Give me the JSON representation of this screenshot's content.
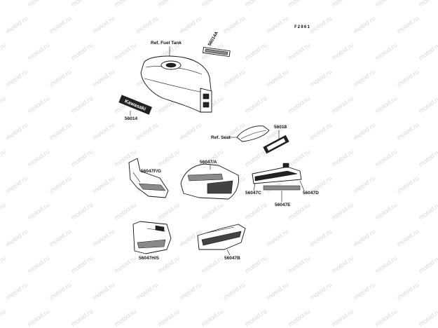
{
  "figure_code": "F2861",
  "watermark": "motod.ru",
  "labels": {
    "ref_fuel_tank": "Ref. Fuel Tank",
    "ref_seat": "Ref. Seat",
    "p56014A": "56014A",
    "p56014": "56014",
    "p56018": "56018",
    "p56047FG": "56047F/G",
    "p56047A": "56047/A",
    "p56047C": "56047C",
    "p56047D": "56047D",
    "p56047E": "56047E",
    "p56047HS": "56047H/S",
    "p56047B": "56047B"
  },
  "emblem_text": "Kawasaki"
}
